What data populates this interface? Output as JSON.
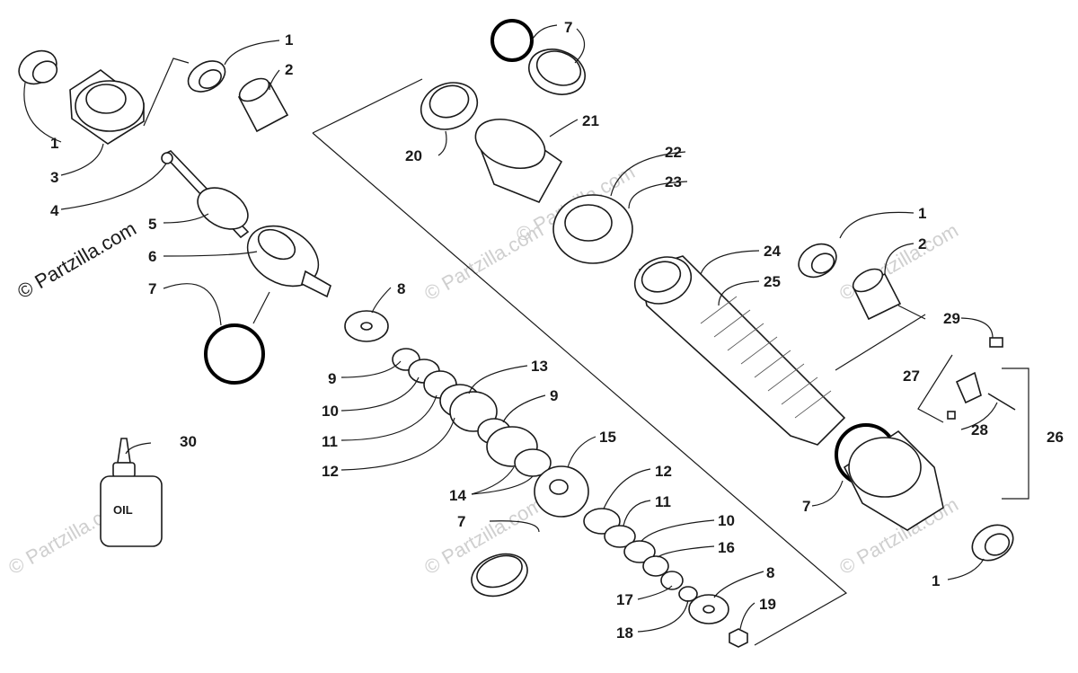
{
  "watermarks": {
    "brand_main": "© Partzilla.com",
    "brand_faint": "© Partzilla.com"
  },
  "labels": {
    "l1a": "1",
    "l1b": "1",
    "l1c": "1",
    "l1d": "1",
    "l2a": "2",
    "l2b": "2",
    "l3": "3",
    "l4": "4",
    "l5": "5",
    "l6": "6",
    "l7a": "7",
    "l7b": "7",
    "l7c": "7",
    "l7d": "7",
    "l8a": "8",
    "l8b": "8",
    "l9a": "9",
    "l9b": "9",
    "l10a": "10",
    "l10b": "10",
    "l11a": "11",
    "l11b": "11",
    "l12a": "12",
    "l12b": "12",
    "l13": "13",
    "l14": "14",
    "l15": "15",
    "l16": "16",
    "l17": "17",
    "l18": "18",
    "l19": "19",
    "l20": "20",
    "l21": "21",
    "l22": "22",
    "l23": "23",
    "l24": "24",
    "l25": "25",
    "l26": "26",
    "l27": "27",
    "l28": "28",
    "l29": "29",
    "l30": "30"
  },
  "oil_bottle_text": "OIL"
}
